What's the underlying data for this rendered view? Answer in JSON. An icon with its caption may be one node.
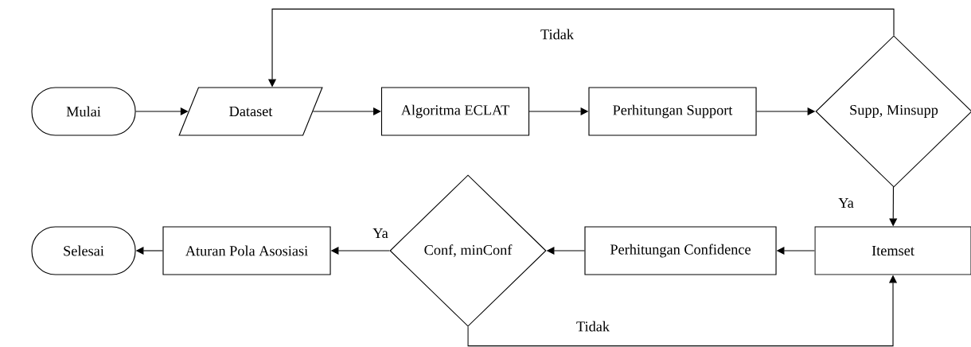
{
  "diagram": {
    "nodes": [
      {
        "text": [
          "Mulai"
        ]
      },
      {
        "text": [
          "Dataset"
        ]
      },
      {
        "text": [
          "Algoritma ECLAT"
        ]
      },
      {
        "text": [
          "Perhitungan Support"
        ]
      },
      {
        "text": [
          "Supp, Minsupp"
        ]
      },
      {
        "text": [
          "Itemset"
        ]
      },
      {
        "text": [
          "Perhitungan Confidence"
        ]
      },
      {
        "text": [
          "Conf, minConf"
        ]
      },
      {
        "text": [
          "Aturan Pola Asosiasi"
        ]
      },
      {
        "text": [
          "Selesai"
        ]
      }
    ],
    "edges": [
      {
        "from": 0,
        "to": 1,
        "arrow": "to"
      },
      {
        "from": 1,
        "to": 2,
        "arrow": "to"
      },
      {
        "from": 2,
        "to": 3,
        "arrow": "to"
      },
      {
        "from": 3,
        "to": 4,
        "arrow": "to"
      },
      {
        "from": 4,
        "to": 1,
        "arrow": "to",
        "label": "Tidak"
      },
      {
        "from": 4,
        "to": 5,
        "arrow": "to",
        "label": "Ya"
      },
      {
        "from": 5,
        "to": 6,
        "arrow": "to"
      },
      {
        "from": 6,
        "to": 7,
        "arrow": "to"
      },
      {
        "from": 7,
        "to": 8,
        "arrow": "to",
        "label": "Ya"
      },
      {
        "from": 8,
        "to": 9,
        "arrow": "to"
      },
      {
        "from": 7,
        "to": 5,
        "arrow": "to",
        "label": "Tidak"
      }
    ]
  }
}
